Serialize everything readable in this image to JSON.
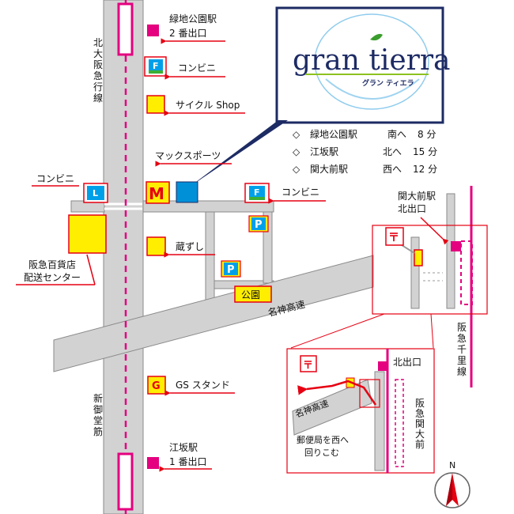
{
  "logo": {
    "brand": "gran tierra",
    "brand_kana": "グラン ティエラ"
  },
  "access": [
    {
      "mark": "◇",
      "station": "緑地公園駅",
      "dir": "南へ",
      "time": "8 分"
    },
    {
      "mark": "◇",
      "station": "江坂駅",
      "dir": "北へ",
      "time": "15 分"
    },
    {
      "mark": "◇",
      "station": "関大前駅",
      "dir": "西へ",
      "time": "12 分"
    }
  ],
  "landmarks": {
    "ryokuchi_exit": [
      "緑地公園駅",
      "2 番出口"
    ],
    "conv_top": "コンビニ",
    "cycle": "サイクル Shop",
    "max": "マックスポーツ",
    "conv_left": "コンビニ",
    "conv_right": "コンビニ",
    "hankyu_dept": [
      "阪急百貨店",
      "配送センター"
    ],
    "kurazushi": "蔵ずし",
    "park": "公園",
    "gs": "GS スタンド",
    "esaka_exit": [
      "江坂駅",
      "1 番出口"
    ],
    "kandai_exit": [
      "関大前駅",
      "北出口"
    ]
  },
  "roads": {
    "kitaosaka": "北大阪急行線",
    "meishin": "名神高速",
    "midosuji": "新御堂筋",
    "senri": "阪急千里線"
  },
  "inset": {
    "north_exit": "北出口",
    "meishin": "名神高速",
    "note": [
      "郵便局を西へ",
      "回りこむ"
    ],
    "line": "阪急関大前"
  },
  "icons": {
    "post": "〒",
    "family": "F",
    "lawson": "L",
    "parking": "P",
    "gas": "G"
  },
  "compass": "N",
  "colors": {
    "road": "#d2d2d2",
    "road_edge": "#8a8a8a",
    "rail": "#e4007f",
    "lead": "#e60012",
    "poi_yellow": "#ffee00",
    "logo_navy": "#1d2b64",
    "max_blue": "#0090d8"
  }
}
